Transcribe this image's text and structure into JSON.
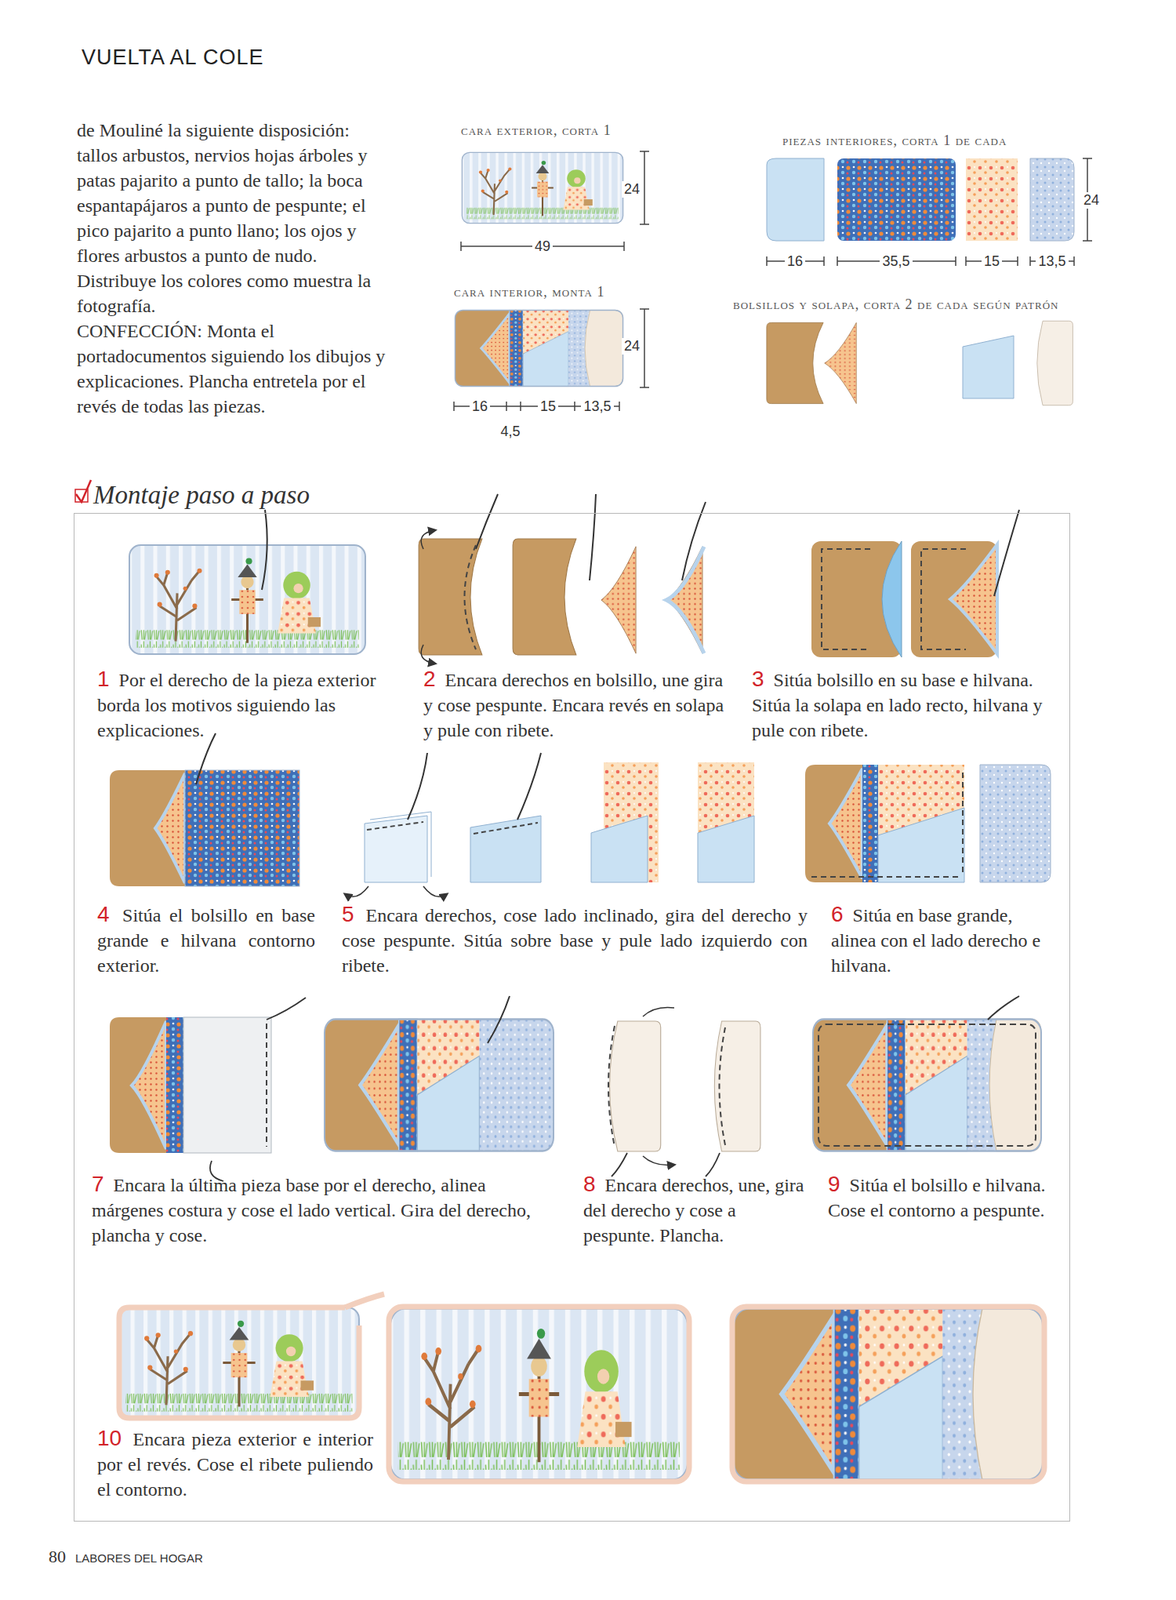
{
  "diagram": {
    "title": "VUELTA AL COLE",
    "nodes": [
      {
        "text": [
          "Montaje paso a paso"
        ]
      }
    ],
    "labels": [
      "de Mouliné la siguiente disposición: tallos arbustos, nervios hojas árboles y patas pajarito a punto de tallo; la boca espantapájaros a punto de pespunte; el pico pajarito a punto llano; los ojos y flores arbustos a punto de nudo. Distribuye los colores como muestra la fotografía.",
      "CONFECCIÓN: Monta el portadocumentos siguiendo los dibujos y explicaciones. Plancha entretela por el revés de todas las piezas.",
      "cara exterior, corta 1",
      "24",
      "49",
      "cara interior, monta 1",
      "24",
      "16",
      "15",
      "13,5",
      "4,5",
      "piezas interiores, corta 1 de cada",
      "24",
      "16",
      "35,5",
      "15",
      "13,5",
      "bolsillos y solapa, corta 2 de cada según patrón",
      "1",
      "Por el derecho de la pieza exterior borda los motivos siguiendo las explicaciones.",
      "2",
      "Encara derechos en bolsillo, une gira y cose pespunte. Encara revés en solapa y pule con ribete.",
      "3",
      "Sitúa bolsillo en su base e hilvana. Sitúa la solapa en lado recto, hilvana y pule con ribete.",
      "4",
      "Sitúa el bolsillo en base grande e hilvana contorno exterior.",
      "5",
      "Encara derechos, cose lado inclinado, gira del derecho y cose pespunte. Sitúa sobre base y pule lado izquierdo con ribete.",
      "6",
      "Sitúa en base grande, alinea con el lado derecho e hilvana.",
      "7",
      "Encara la última pieza base por el derecho, alinea márgenes costura y cose el lado vertical. Gira del derecho, plancha y cose.",
      "8",
      "Encara derechos, une, gira del derecho y cose a pespunte. Plancha.",
      "9",
      "Sitúa el bolsillo e hilvana. Cose el contorno a pespunte.",
      "10",
      "Encara pieza exterior e interior por el revés. Cose el ribete puliendo el contorno.",
      "80",
      "LABORES DEL HOGAR"
    ]
  }
}
